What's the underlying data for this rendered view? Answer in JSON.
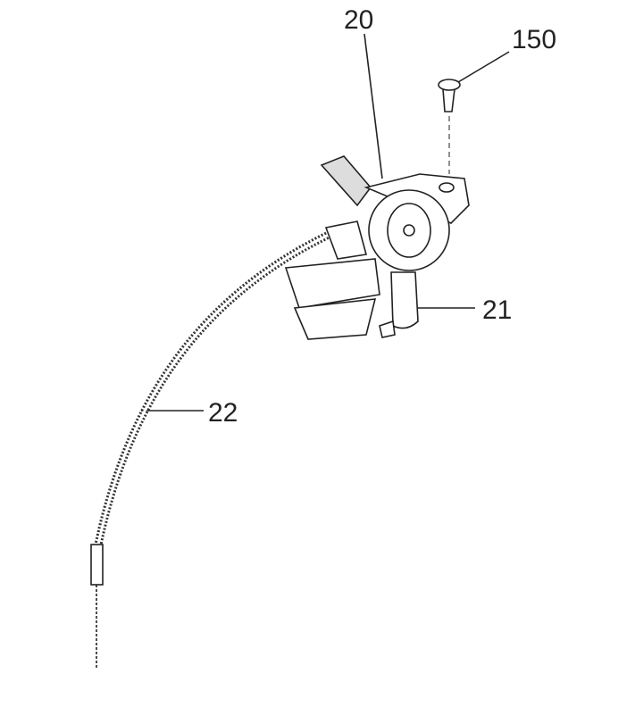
{
  "callouts": {
    "part_20": "20",
    "part_150": "150",
    "part_21": "21",
    "part_22": "22"
  },
  "colors": {
    "line": "#222222",
    "background": "#ffffff"
  }
}
